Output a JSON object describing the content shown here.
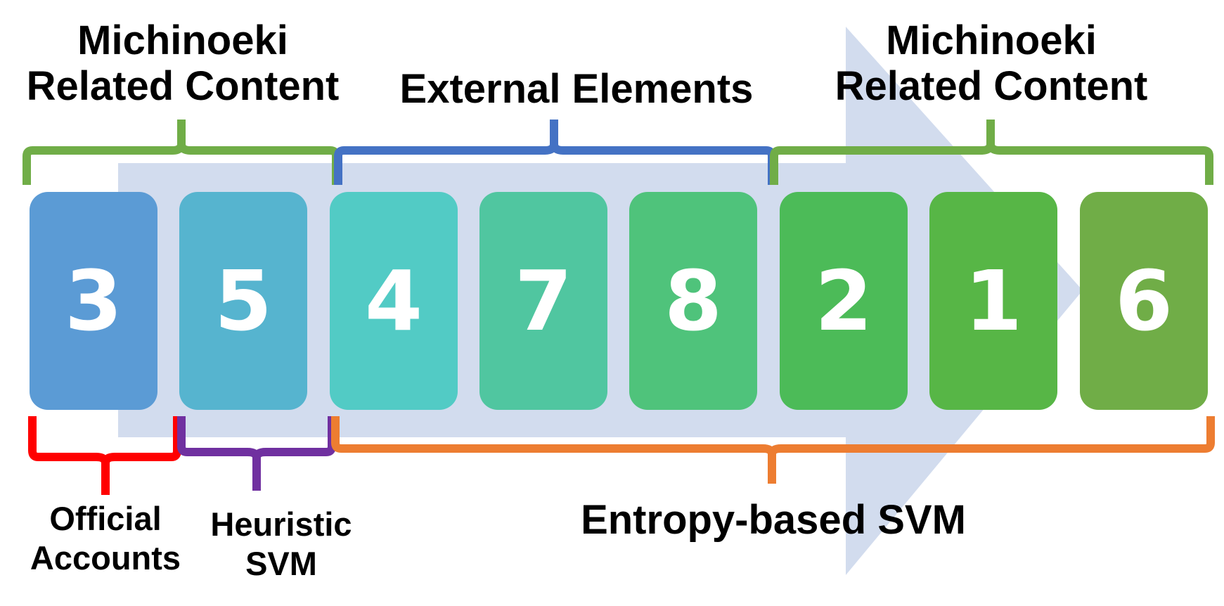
{
  "boxes": [
    {
      "number": "3",
      "color": "#5b9bd5"
    },
    {
      "number": "5",
      "color": "#56b4cf"
    },
    {
      "number": "4",
      "color": "#52cbc5"
    },
    {
      "number": "7",
      "color": "#50c6a0"
    },
    {
      "number": "8",
      "color": "#4fc37b"
    },
    {
      "number": "2",
      "color": "#4cbb58"
    },
    {
      "number": "1",
      "color": "#57b646"
    },
    {
      "number": "6",
      "color": "#70ad47"
    }
  ],
  "top_groups": [
    {
      "lines": [
        "Michinoeki",
        "Related Content"
      ],
      "color": "#70ad47"
    },
    {
      "lines": [
        "External Elements"
      ],
      "color": "#4472c4"
    },
    {
      "lines": [
        "Michinoeki",
        "Related Content"
      ],
      "color": "#70ad47"
    }
  ],
  "bottom_groups": [
    {
      "lines": [
        "Official",
        "Accounts"
      ],
      "color": "#ff0000"
    },
    {
      "lines": [
        "Heuristic",
        "SVM"
      ],
      "color": "#7030a0"
    },
    {
      "lines": [
        "Entropy-based SVM"
      ],
      "color": "#ed7d31"
    }
  ],
  "arrow_color": "#d2dcee",
  "number_color": "#ffffff"
}
